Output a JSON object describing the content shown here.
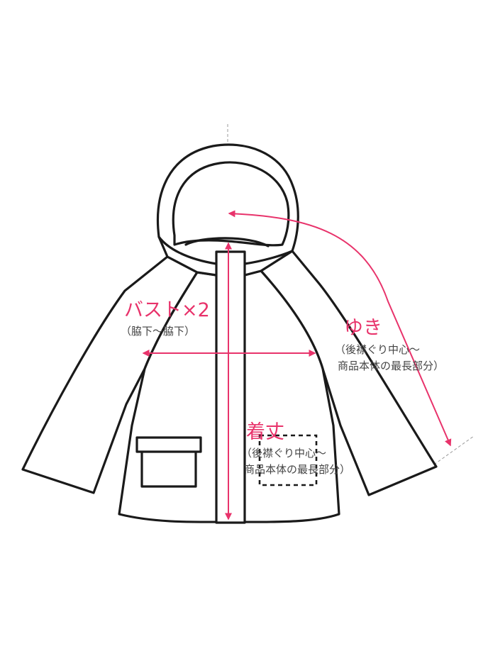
{
  "colors": {
    "accent": "#e8336b",
    "outline": "#1a1a1a",
    "guide": "#9a9a9a",
    "text_sub": "#444444"
  },
  "labels": {
    "bust": {
      "title": "バスト×2",
      "note": "（脇下〜脇下）"
    },
    "sleeve": {
      "title": "ゆき",
      "note_line1": "（後襟ぐり中心〜",
      "note_line2": "商品本体の最長部分）"
    },
    "length": {
      "title": "着丈",
      "note_line1": "（後襟ぐり中心〜",
      "note_line2": "商品本体の最長部分）"
    }
  }
}
